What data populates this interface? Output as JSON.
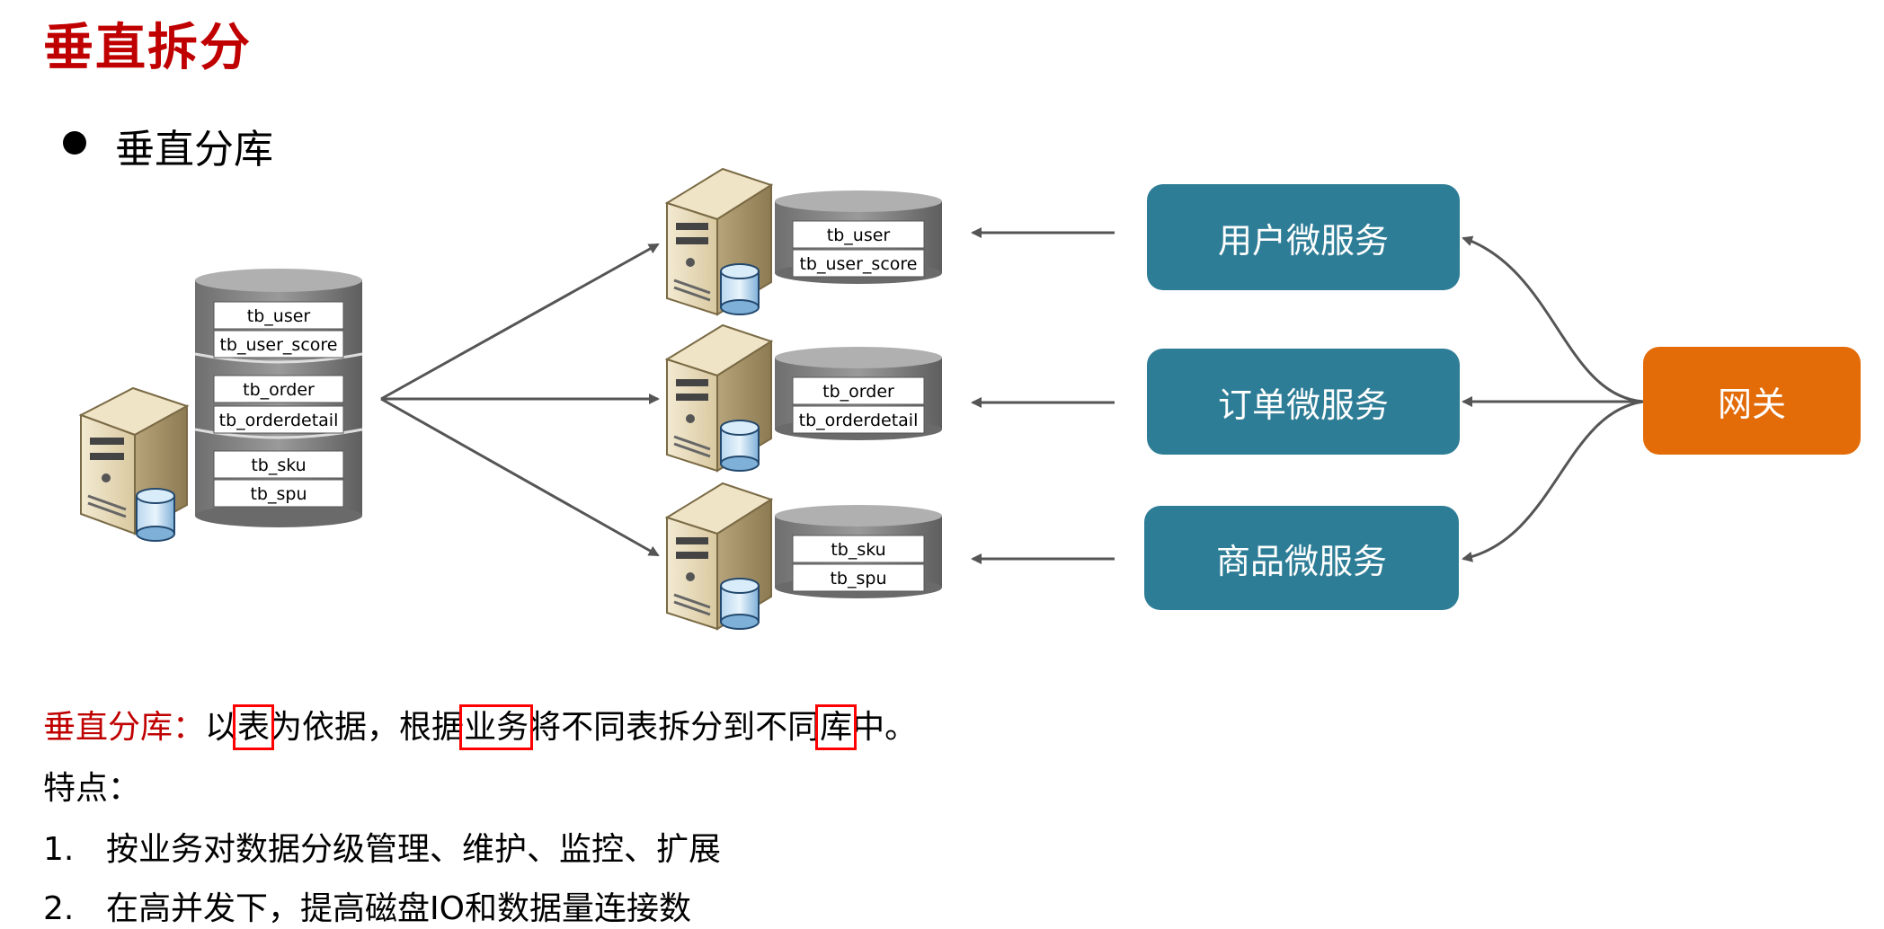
{
  "title": "垂直拆分",
  "bullet": "垂直分库",
  "source_db": {
    "groups": [
      [
        "tb_user",
        "tb_user_score"
      ],
      [
        "tb_order",
        "tb_orderdetail"
      ],
      [
        "tb_sku",
        "tb_spu"
      ]
    ]
  },
  "target_dbs": [
    [
      "tb_user",
      "tb_user_score"
    ],
    [
      "tb_order",
      "tb_orderdetail"
    ],
    [
      "tb_sku",
      "tb_spu"
    ]
  ],
  "services": [
    "用户微服务",
    "订单微服务",
    "商品微服务"
  ],
  "gateway": "网关",
  "definition": {
    "term": "垂直分库：",
    "p1": "以",
    "k1": "表",
    "p2": "为依据，根据",
    "k2": "业务",
    "p3": "将不同表拆分到不同",
    "k3": "库",
    "p4": "中。"
  },
  "features_label": "特点：",
  "features": [
    {
      "num": "1.",
      "text": "按业务对数据分级管理、维护、监控、扩展"
    },
    {
      "num": "2.",
      "text": "在高并发下，提高磁盘IO和数据量连接数"
    }
  ]
}
